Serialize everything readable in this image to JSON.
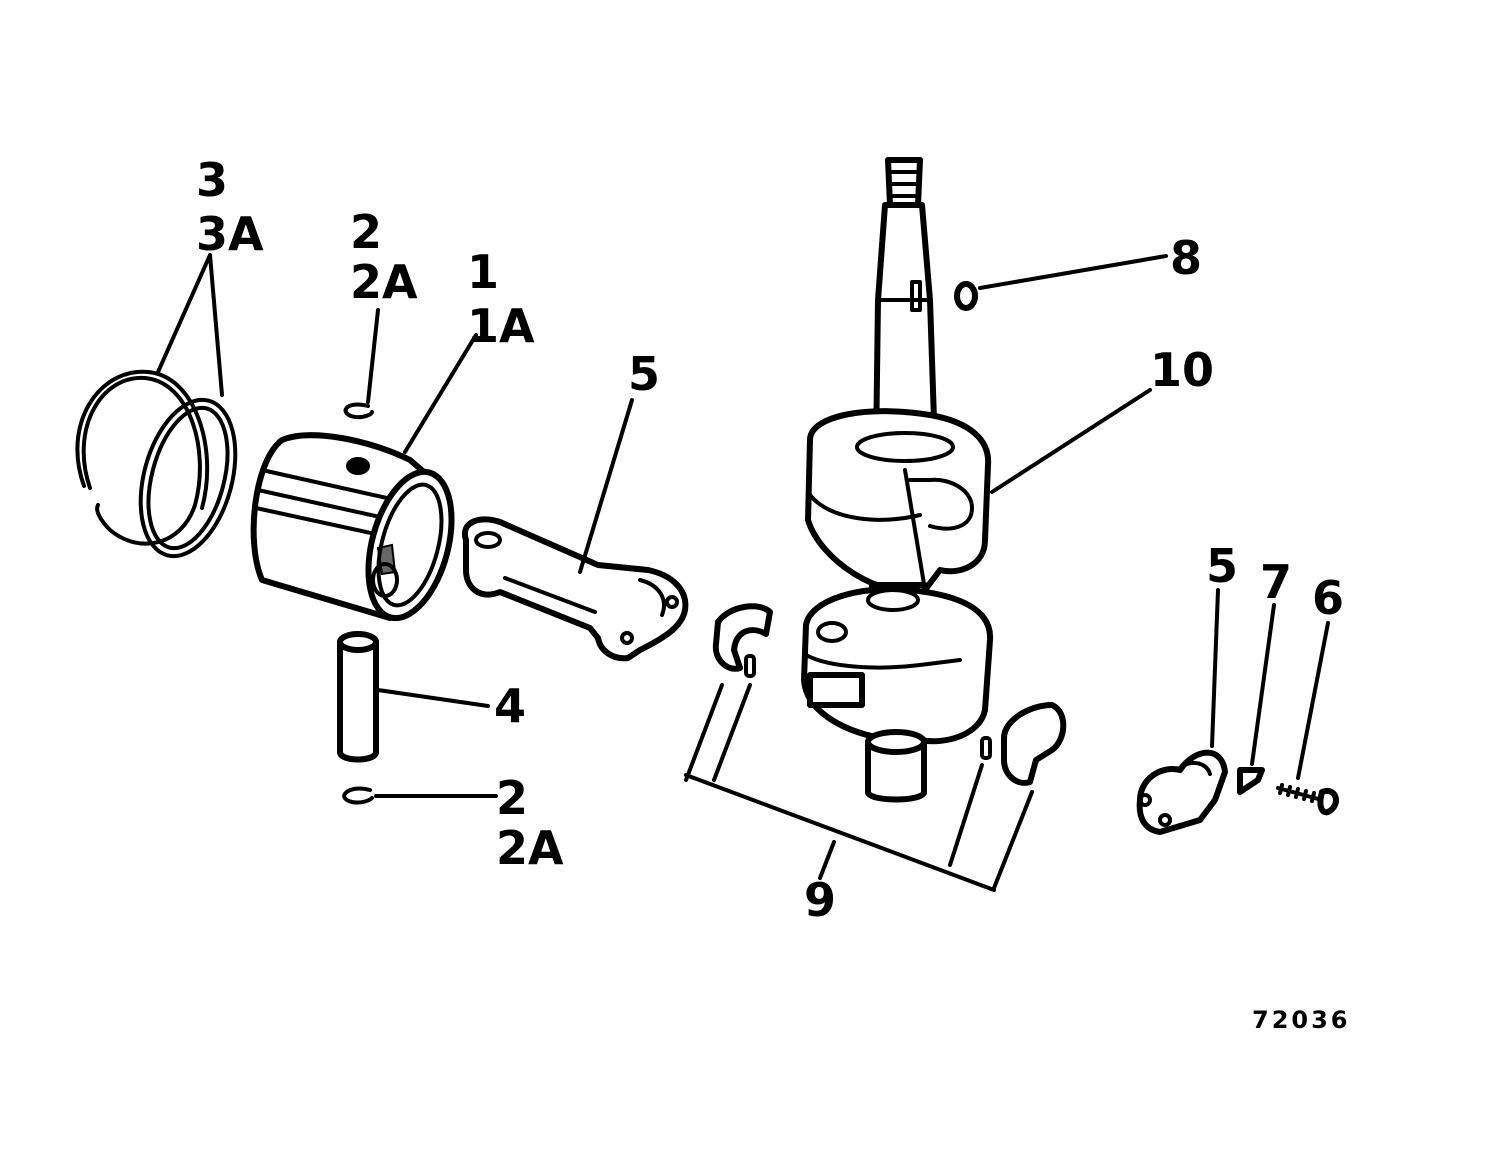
{
  "callouts": {
    "piston": [
      "1",
      "1A"
    ],
    "clip_top": [
      "2",
      "2A"
    ],
    "clip_bottom": [
      "2",
      "2A"
    ],
    "rings": [
      "3",
      "3A"
    ],
    "wrist_pin": "4",
    "rod": "5",
    "rod_cap": "5",
    "screw": "6",
    "lock": "7",
    "key": "8",
    "bearings": "9",
    "crankshaft": "10"
  },
  "figure_number": "72036"
}
